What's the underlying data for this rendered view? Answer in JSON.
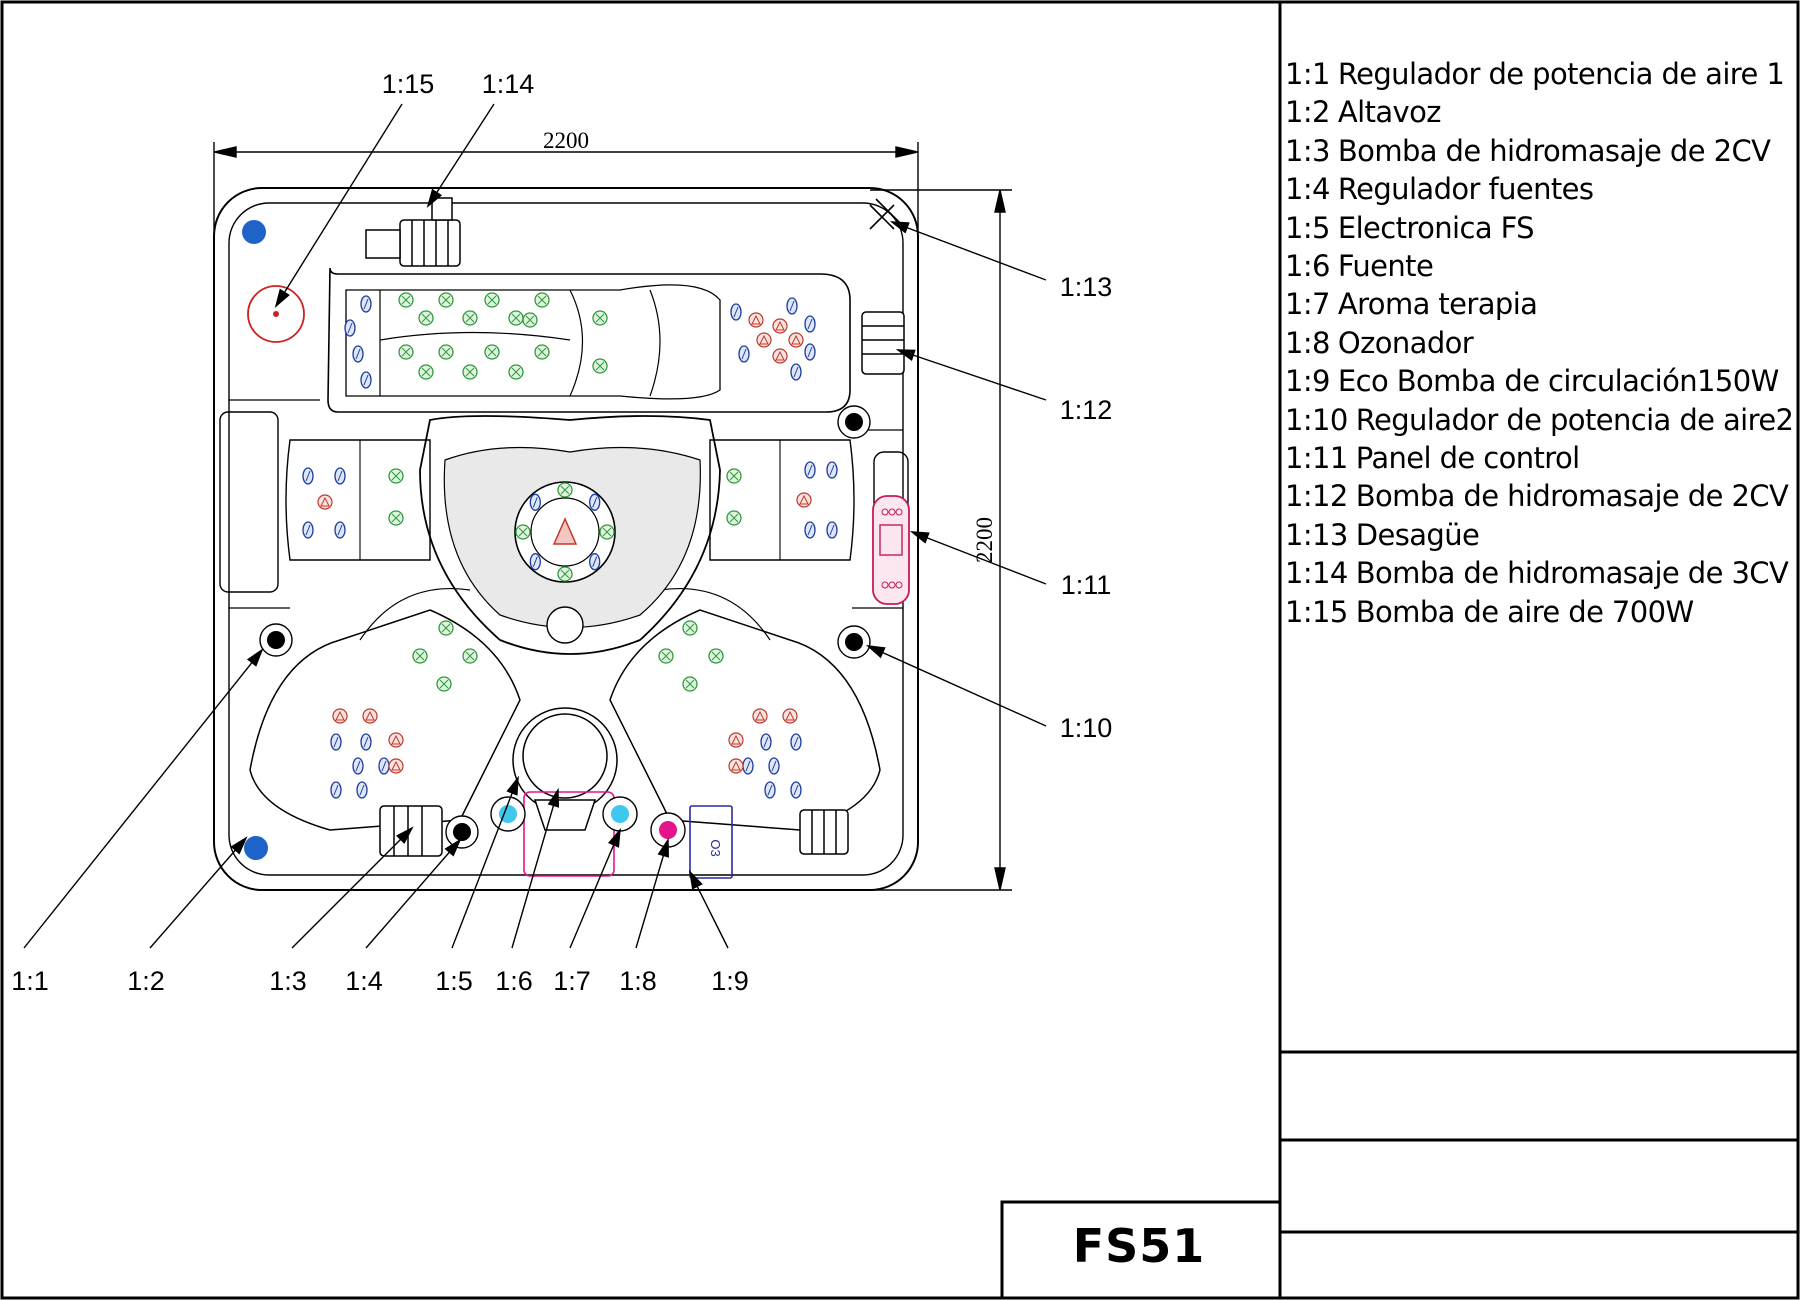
{
  "drawing": {
    "model": "FS51",
    "dimension_width": "2200",
    "dimension_height": "2200"
  },
  "callouts": [
    {
      "code": "1:1",
      "label": "Regulador de potencia de aire 1"
    },
    {
      "code": "1:2",
      "label": "Altavoz"
    },
    {
      "code": "1:3",
      "label": "Bomba de hidromasaje de 2CV"
    },
    {
      "code": "1:4",
      "label": "Regulador fuentes"
    },
    {
      "code": "1:5",
      "label": "Electronica FS"
    },
    {
      "code": "1:6",
      "label": "Fuente"
    },
    {
      "code": "1:7",
      "label": "Aroma terapia"
    },
    {
      "code": "1:8",
      "label": "Ozonador"
    },
    {
      "code": "1:9",
      "label": "Eco Bomba de circulación150W"
    },
    {
      "code": "1:10",
      "label": "Regulador de potencia de aire2"
    },
    {
      "code": "1:11",
      "label": "Panel de control"
    },
    {
      "code": "1:12",
      "label": "Bomba de hidromasaje de 2CV"
    },
    {
      "code": "1:13",
      "label": "Desagüe"
    },
    {
      "code": "1:14",
      "label": "Bomba de hidromasaje de 3CV"
    },
    {
      "code": "1:15",
      "label": "Bomba de aire de 700W"
    }
  ],
  "ozone_mark": "O3",
  "colors": {
    "line": "#000000",
    "speaker": "#1f63c8",
    "jet_blue": "#1e3fa0",
    "jet_green": "#2e9a3a",
    "jet_red": "#c0392b",
    "aroma": "#e6148c",
    "fountain": "#3ec8ee",
    "panel": "#c8195a",
    "ozonator": "#2a2aa0"
  }
}
